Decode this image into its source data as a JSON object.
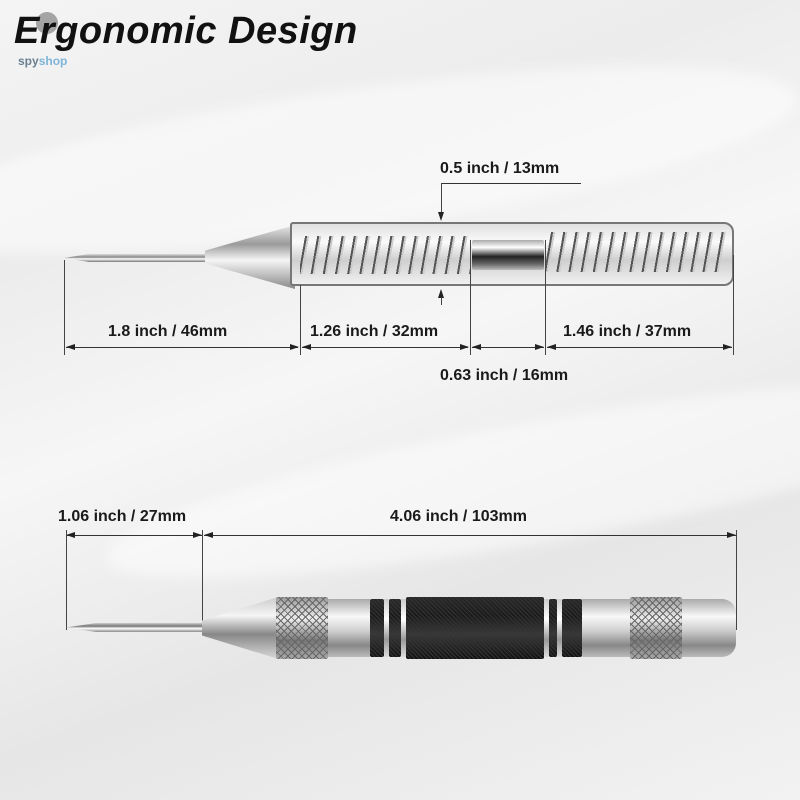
{
  "title": "Ergonomic Design",
  "watermark": {
    "brand_part1": "spy",
    "brand_part2": "shop"
  },
  "top_tool": {
    "name": "Automatic center punch (cutaway view)",
    "diameter_label": "0.5 inch / 13mm",
    "segments": [
      {
        "id": "tip",
        "label": "1.8 inch / 46mm"
      },
      {
        "id": "front_spring",
        "label": "1.26 inch / 32mm"
      },
      {
        "id": "hammer",
        "label": "0.63 inch / 16mm"
      },
      {
        "id": "rear_spring",
        "label": "1.46 inch / 37mm"
      }
    ]
  },
  "bottom_tool": {
    "name": "Automatic center punch",
    "segments": [
      {
        "id": "tip",
        "label": "1.06 inch / 27mm"
      },
      {
        "id": "body",
        "label": "4.06 inch / 103mm"
      }
    ]
  },
  "colors": {
    "text": "#111111",
    "background": "#efefef",
    "grip": "#1f1f1f",
    "chrome": "#d9d9d9"
  }
}
